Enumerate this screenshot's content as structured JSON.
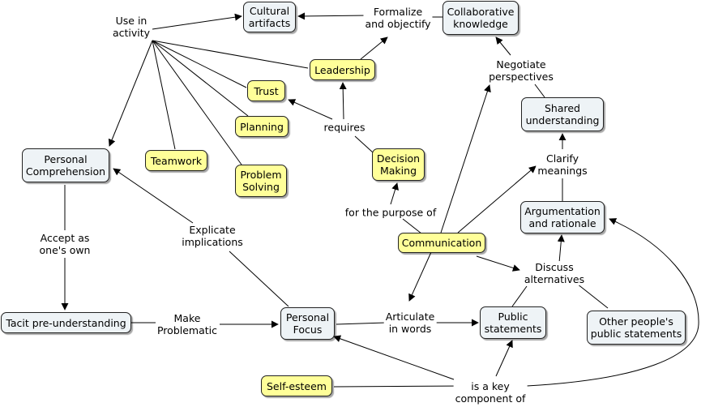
{
  "concepts": {
    "cultural_artifacts": "Cultural\nartifacts",
    "collaborative_knowledge": "Collaborative\nknowledge",
    "leadership": "Leadership",
    "trust": "Trust",
    "planning": "Planning",
    "teamwork": "Teamwork",
    "problem_solving": "Problem\nSolving",
    "decision_making": "Decision\nMaking",
    "personal_comprehension": "Personal\nComprehension",
    "shared_understanding": "Shared\nunderstanding",
    "argumentation": "Argumentation\nand rationale",
    "communication": "Communication",
    "tacit": "Tacit pre-understanding",
    "personal_focus": "Personal\nFocus",
    "public_statements": "Public\nstatements",
    "other_public": "Other people's\npublic statements",
    "self_esteem": "Self-esteem"
  },
  "links": {
    "use_in_activity": "Use in\nactivity",
    "formalize": "Formalize\nand objectify",
    "negotiate": "Negotiate\nperspectives",
    "requires": "requires",
    "clarify": "Clarify\nmeanings",
    "for_purpose": "for the purpose of",
    "explicate": "Explicate\nimplications",
    "accept": "Accept as\none's own",
    "discuss": "Discuss\nalternatives",
    "make_problematic": "Make\nProblematic",
    "articulate": "Articulate\nin words",
    "key_component": "is a key\ncomponent of"
  },
  "colors": {
    "concept_fill": "#eef3f6",
    "highlight_fill": "#ffff99",
    "line": "#000000"
  }
}
